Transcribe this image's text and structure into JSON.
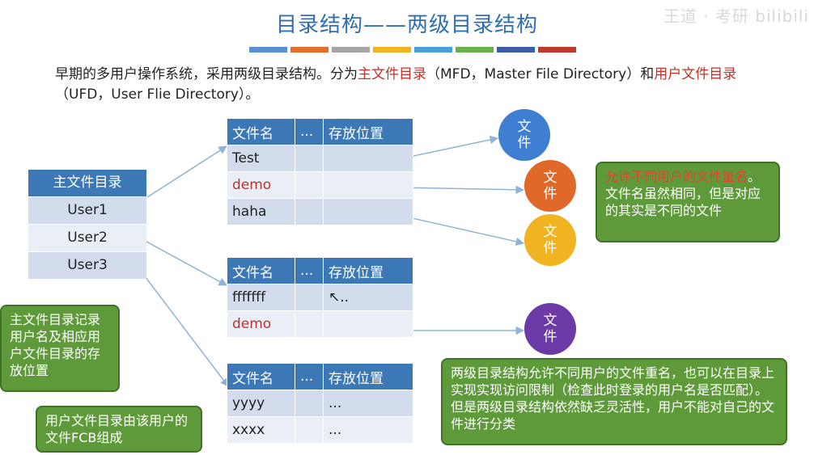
{
  "title": "目录结构——两级目录结构",
  "watermark": "王道 · 考研 bilibili",
  "colors": [
    "#5b8fd4",
    "#e46d2b",
    "#a5a5a5",
    "#f0b321",
    "#4aa0d9",
    "#6bb04a",
    "#3c5ca8",
    "#c0392b"
  ],
  "intro": {
    "p1": "早期的多用户操作系统，采用两级目录结构。分为",
    "h1": "主文件目录",
    "p2": "（MFD，Master File Directory）和",
    "h2": "用户文件目录",
    "p3": "（UFD，User Flie Directory）。"
  },
  "mfd": {
    "header": "主文件目录",
    "rows": [
      "User1",
      "User2",
      "User3"
    ]
  },
  "ufd_headers": [
    "文件名",
    "...",
    "存放位置"
  ],
  "ufd1": {
    "rows": [
      [
        "Test",
        "",
        ""
      ],
      [
        "demo",
        "",
        ""
      ],
      [
        "haha",
        "",
        ""
      ]
    ]
  },
  "ufd2": {
    "rows": [
      [
        "fffffff",
        "",
        "↖.."
      ],
      [
        "demo",
        "",
        ""
      ]
    ]
  },
  "ufd3": {
    "rows": [
      [
        "yyyy",
        "",
        "..."
      ],
      [
        "xxxx",
        "",
        "..."
      ]
    ]
  },
  "files": [
    {
      "label": "文\n件",
      "color": "#3e7fd1"
    },
    {
      "label": "文\n件",
      "color": "#e0692a"
    },
    {
      "label": "文\n件",
      "color": "#f0b321"
    },
    {
      "label": "文\n件",
      "color": "#6b3aa6"
    }
  ],
  "callouts": {
    "rename_hl": "允许不同用户的文件重名",
    "rename_rest": "。文件名虽然相同，但是对应的其实是不同的文件",
    "mfd_note": "主文件目录记录用户名及相应用户文件目录的存放位置",
    "ufd_note": "用户文件目录由该用户的文件FCB组成",
    "summary": "两级目录结构允许不同用户的文件重名，也可以在目录上实现实现访问限制（检查此时登录的用户名是否匹配）。但是两级目录结构依然缺乏灵活性，用户不能对自己的文件进行分类"
  }
}
